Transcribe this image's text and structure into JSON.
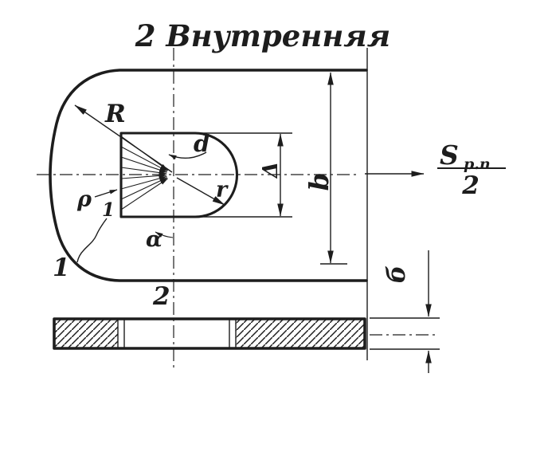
{
  "figure": {
    "title": "2 Внутренняя",
    "labels": {
      "outer_radius": "R",
      "diameter": "d",
      "inner_radius": "r",
      "rho": "ρ",
      "alpha": "α",
      "delta": "Δ",
      "height_b": "b",
      "thickness": "б",
      "pos1_small": "1",
      "pos1": "1",
      "pos2": "2",
      "s_symbol": "S",
      "s_subscript": "р.п",
      "s_denominator": "2"
    },
    "colors": {
      "ink": "#1d1d1d",
      "background": "#ffffff"
    }
  }
}
